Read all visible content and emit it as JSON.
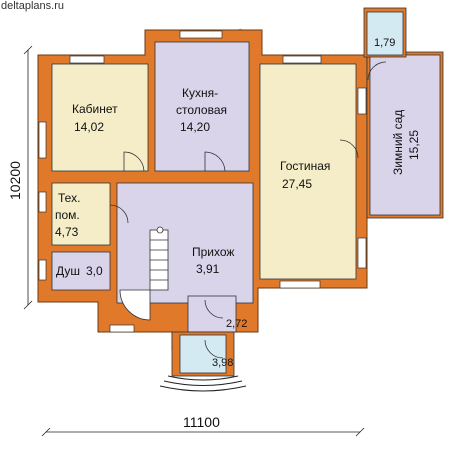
{
  "site_url": "deltaplans.ru",
  "watermark": "deltaplans.ru",
  "colors": {
    "wall": "#e07a2a",
    "wall_outline": "#6b3a12",
    "room_beige": "#f4edc8",
    "room_lilac": "#d9d4ea",
    "room_cyan": "#d4eaf2",
    "window": "#ffffff",
    "dim": "#222222"
  },
  "rooms": {
    "office": {
      "name": "Кабинет",
      "area": "14,02"
    },
    "kitchen": {
      "name_line1": "Кухня-",
      "name_line2": "столовая",
      "area": "14,20"
    },
    "living": {
      "name": "Гостиная",
      "area": "27,45"
    },
    "garden": {
      "name": "Зимний сад",
      "area": "15,25"
    },
    "tech": {
      "name_line1": "Тех.",
      "name_line2": "пом.",
      "area": "4,73"
    },
    "hall": {
      "name": "Прихож",
      "area": "3,91"
    },
    "shower": {
      "name": "Душ",
      "area": "3,0"
    },
    "porch_top": {
      "area": "1,79"
    },
    "vestibule": {
      "area": "2,72"
    },
    "porch_bottom": {
      "area": "3,98"
    }
  },
  "dimensions": {
    "width": "11100",
    "height": "10200"
  }
}
